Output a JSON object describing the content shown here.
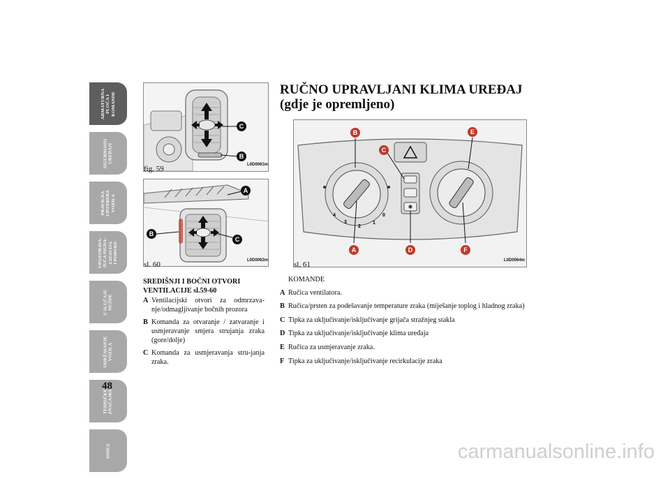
{
  "tabs": [
    {
      "label": "ARMATURNA\nPLOČA I\nKOMANDE",
      "active": true
    },
    {
      "label": "SIGURNOSNI\nUREĐAJI",
      "active": false
    },
    {
      "label": "PRAVILNA\nUPOTREBA\nVOZILA",
      "active": false
    },
    {
      "label": "UPOZORAVA-\nJUĆA SIGNA-\nLIZACIJA\nI PORUKE",
      "active": false
    },
    {
      "label": "U SLUČAJU\nNUŽDE",
      "active": false
    },
    {
      "label": "ODRŽAVANJE\nVOZILA",
      "active": false
    },
    {
      "label": "TEHNIČKE\nZNAČAJKE",
      "active": false
    },
    {
      "label": "INDEX",
      "active": false
    }
  ],
  "page_number": "48",
  "figures": {
    "fig59": {
      "caption": "fig. 59",
      "code": "L0D0061m",
      "labels": [
        "C",
        "B"
      ]
    },
    "fig60": {
      "caption": "sl. 60",
      "code": "L0D0062m",
      "labels": [
        "A",
        "B",
        "C"
      ]
    },
    "fig61": {
      "caption": "sl. 61",
      "code": "L0D0064m",
      "labels": [
        "B",
        "E",
        "C",
        "A",
        "D",
        "F"
      ],
      "dial_numbers": [
        "4",
        "3",
        "2",
        "1",
        "0"
      ]
    }
  },
  "title_line1": "RUČNO UPRAVLJANI KLIMA UREĐAJ",
  "title_line2": "(gdje je opremljeno)",
  "left_text": {
    "heading": "SREDIŠNJI I BOČNI OTVORI VENTILACIJE sl.59-60",
    "items": [
      {
        "key": "A",
        "text": "Ventilacijski otvori za odmrzava-nje/odmagljivanje bočnih prozora"
      },
      {
        "key": "B",
        "text": "Komanda za otvaranje / zatvaranje i usmjeravanje smjera strujanja zraka (gore/dolje)"
      },
      {
        "key": "C",
        "text": "Komanda za usmjeravanja stru-janja zraka."
      }
    ]
  },
  "right_text": {
    "heading": "KOMANDE",
    "items": [
      {
        "key": "A",
        "text": "Ručica ventilatora."
      },
      {
        "key": "B",
        "text": "Ručica/prsten za podešavanje temperature zraka (miješanje toplog i hladnog zraka)"
      },
      {
        "key": "C",
        "text": "Tipka za uključivanje/isključivanje grijača stražnjeg stakla"
      },
      {
        "key": "D",
        "text": " Tipka za uključivanje/isključivanje klima uređaja"
      },
      {
        "key": "E",
        "text": "Ručica za usmjeravanje zraka."
      },
      {
        "key": "F",
        "text": "Tipka za uključivanje/isključivanje recirkulacije zraka"
      }
    ]
  },
  "watermark": "carmanualsonline.info"
}
